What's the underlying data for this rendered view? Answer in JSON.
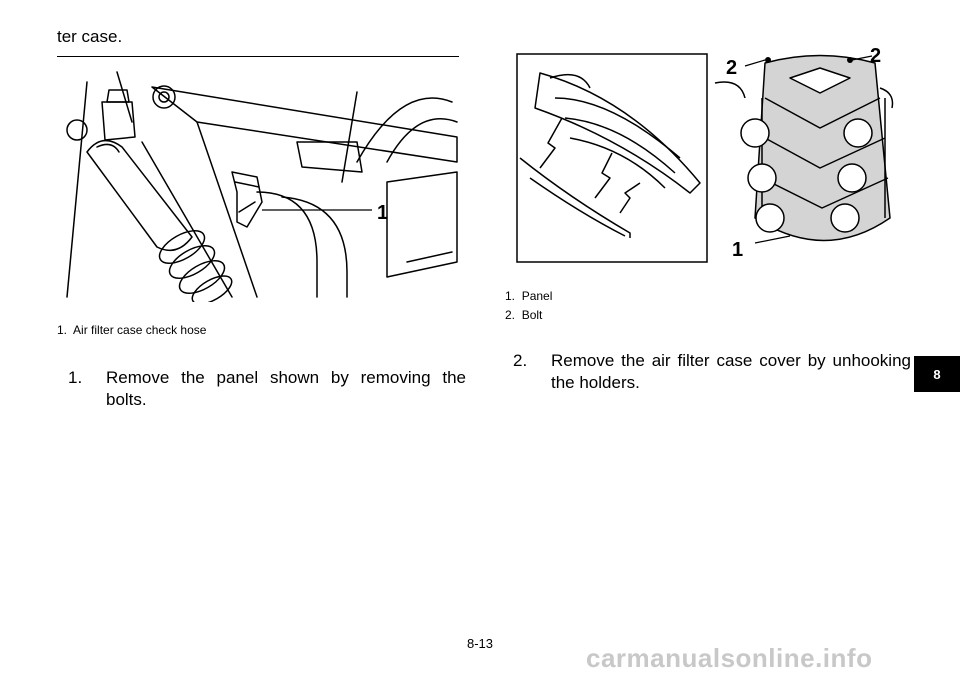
{
  "header": {
    "continued_text": "ter case."
  },
  "figure_left": {
    "callout": "1",
    "captions": [
      {
        "num": "1.",
        "text": "Air filter case check hose"
      }
    ]
  },
  "figure_right": {
    "callouts": {
      "panel": "1",
      "bolt_left": "2",
      "bolt_right": "2"
    },
    "captions": [
      {
        "num": "1.",
        "text": "Panel"
      },
      {
        "num": "2.",
        "text": "Bolt"
      }
    ]
  },
  "steps": [
    {
      "num": "1.",
      "text": "Remove the panel shown by removing the bolts."
    },
    {
      "num": "2.",
      "text": "Remove the air filter case cover by unhooking the holders."
    }
  ],
  "side_tab": {
    "label": "8"
  },
  "footer": {
    "page_number": "8-13",
    "watermark": "carmanualsonline.info"
  }
}
